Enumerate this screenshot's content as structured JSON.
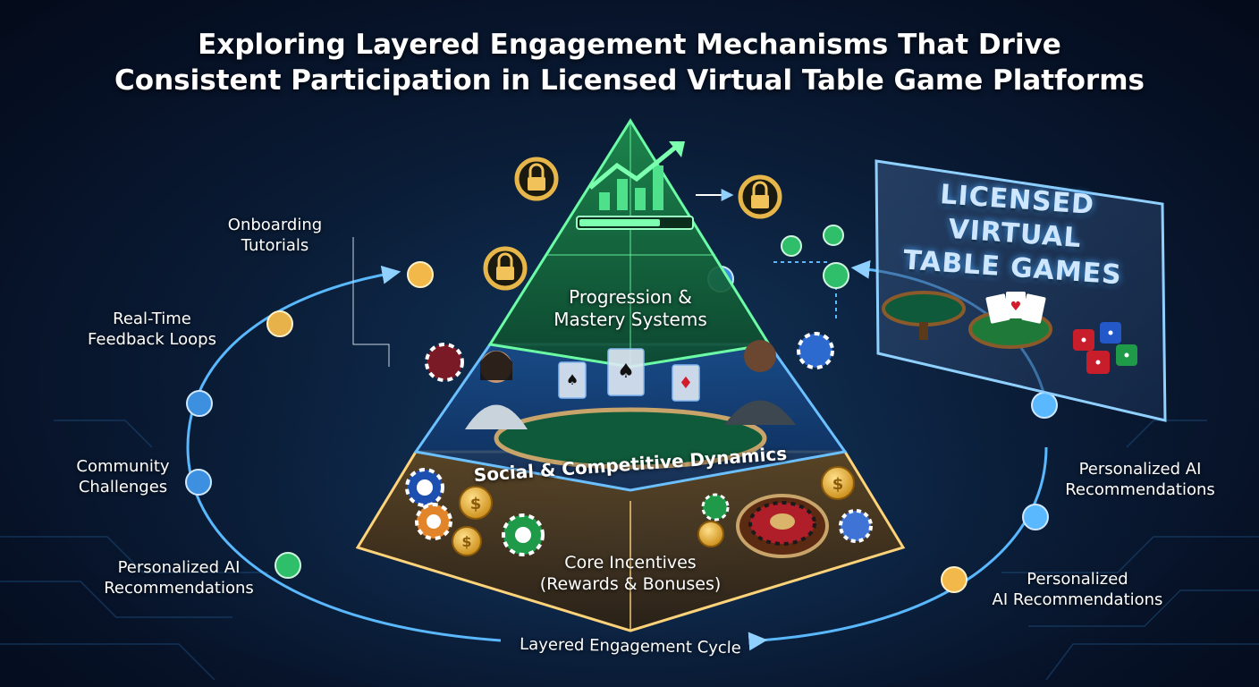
{
  "title": {
    "line1": "Exploring Layered Engagement Mechanisms That Drive",
    "line2": "Consistent Participation in Licensed Virtual Table Game Platforms"
  },
  "pyramid": {
    "top_layer": [
      "Progression &",
      "Mastery Systems"
    ],
    "middle_layer": "Social & Competitive Dynamics",
    "base_layer": [
      "Core Incentives",
      "(Rewards & Bonuses)"
    ]
  },
  "cycle": {
    "label": "Layered Engagement Cycle",
    "left_items": [
      [
        "Onboarding",
        "Tutorials"
      ],
      [
        "Real-Time",
        "Feedback Loops"
      ],
      [
        "Community",
        "Challenges"
      ],
      [
        "Personalized AI",
        "Recommendations"
      ]
    ],
    "right_items": [
      [
        "Personalized AI",
        "Recommendations"
      ],
      [
        "Personalized",
        "AI Recommendations"
      ]
    ]
  },
  "panel": {
    "title": [
      "LICENSED VIRTUAL",
      "TABLE GAMES"
    ]
  },
  "icons": [
    "lock-badge-icon",
    "trend-arrow-icon",
    "progress-bar-icon",
    "casino-chip-icon",
    "gold-coin-icon",
    "roulette-wheel-icon",
    "playing-cards-icon",
    "dice-icon",
    "node-icon"
  ],
  "colors": {
    "background": "#0a1c36",
    "pyramid_top": "#2fd17a",
    "pyramid_middle": "#3aa0ff",
    "pyramid_base": "#f2b84a",
    "cycle_line": "#5ab8ff"
  }
}
